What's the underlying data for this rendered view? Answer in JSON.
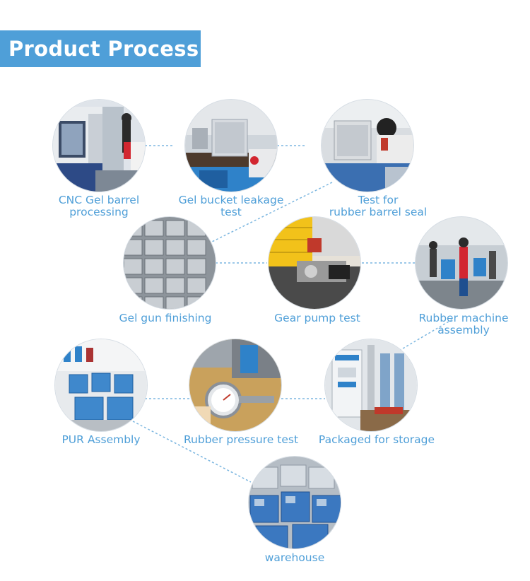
{
  "header": {
    "title": "Product Process"
  },
  "colors": {
    "accent": "#4f9fd8",
    "connector": "#7bb6e0"
  },
  "steps": [
    {
      "label": "CNC Gel barrel\nprocessing",
      "icon": "cnc-machine-photo"
    },
    {
      "label": "Gel bucket leakage\ntest",
      "icon": "leakage-test-photo"
    },
    {
      "label": "Test for\nrubber barrel seal",
      "icon": "seal-test-photo"
    },
    {
      "label": "Gel gun finishing",
      "icon": "gun-parts-photo"
    },
    {
      "label": "Gear pump test",
      "icon": "gear-pump-photo"
    },
    {
      "label": "Rubber machine\nassembly",
      "icon": "assembly-line-photo"
    },
    {
      "label": "PUR Assembly",
      "icon": "pur-units-photo"
    },
    {
      "label": "Rubber pressure test",
      "icon": "pressure-gauge-photo"
    },
    {
      "label": "Packaged for storage",
      "icon": "machine-photo"
    },
    {
      "label": "warehouse",
      "icon": "warehouse-photo"
    }
  ]
}
